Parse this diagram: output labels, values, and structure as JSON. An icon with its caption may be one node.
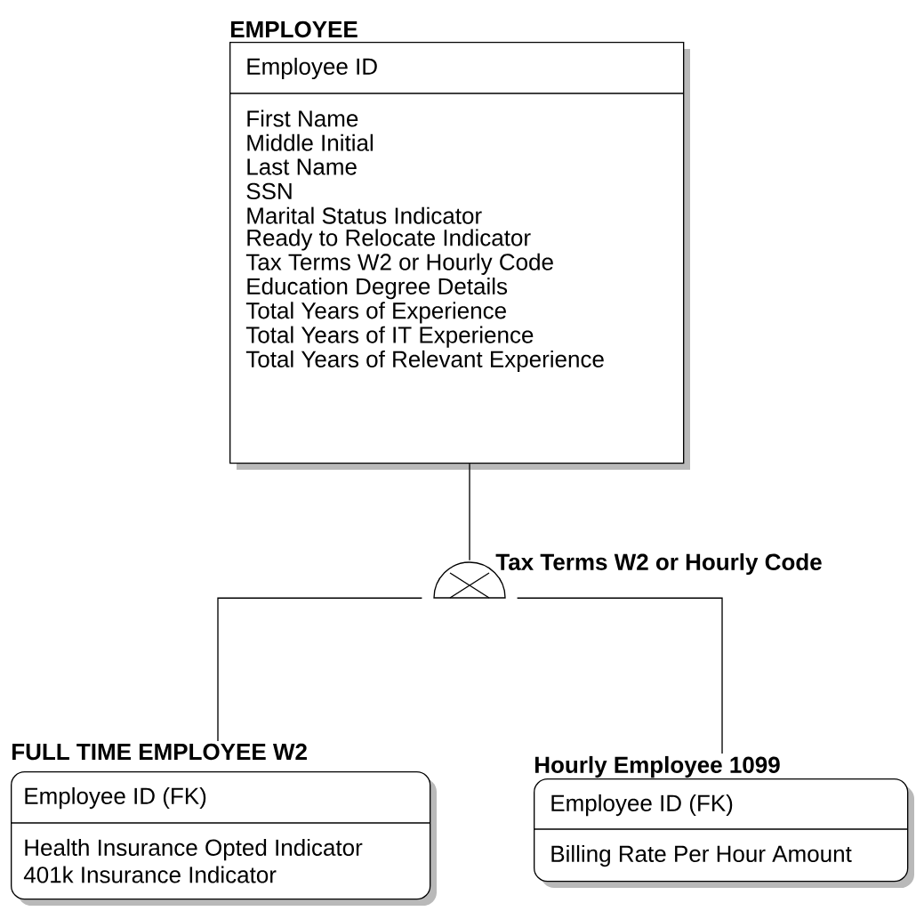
{
  "diagram": {
    "nodes": [
      {
        "text": [
          "EMPLOYEE",
          "Employee ID",
          "First Name",
          "Middle Initial",
          "Last Name",
          "SSN",
          "Marital Status Indicator",
          "Ready to Relocate Indicator",
          "Tax Terms W2 or Hourly Code",
          "Education Degree Details",
          "Total Years of Experience",
          "Total Years of IT Experience",
          "Total Years of Relevant Experience"
        ]
      },
      {
        "text": [],
        "shape": "semicircle",
        "beside": [
          "Tax Terms W2 or Hourly Code"
        ]
      },
      {
        "text": [
          "FULL TIME EMPLOYEE W2",
          "Employee ID (FK)",
          "Health Insurance Opted Indicator",
          "401k Insurance Indicator"
        ]
      },
      {
        "text": [
          "Hourly Employee 1099",
          "Employee ID (FK)",
          "Billing Rate Per Hour Amount"
        ]
      }
    ],
    "edges": [
      {
        "from": 0,
        "to": 1,
        "arrow": "none"
      },
      {
        "from": 1,
        "to": 2,
        "arrow": "none"
      },
      {
        "from": 1,
        "to": 3,
        "arrow": "none"
      }
    ]
  }
}
